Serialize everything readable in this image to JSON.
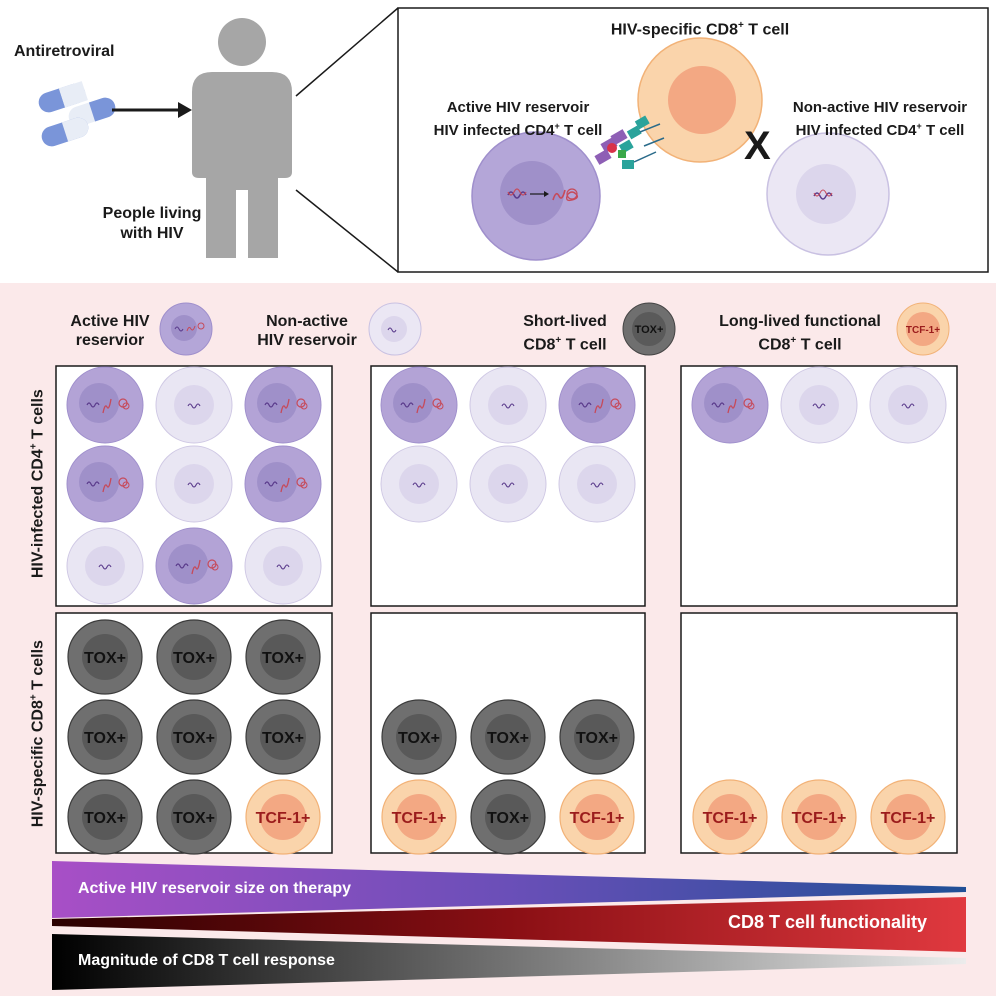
{
  "top": {
    "antiretroviral": "Antiretroviral",
    "people_line1": "People living",
    "people_line2": "with HIV",
    "cd8_title": "HIV-specific CD8",
    "cd8_title_sup": "+",
    "cd8_title_end": " T cell",
    "active_line1": "Active HIV reservoir",
    "active_line2": "HIV infected CD4",
    "active_line2_sup": "+",
    "active_line2_end": " T cell",
    "nonactive_line1": "Non-active HIV reservoir",
    "nonactive_line2": "HIV infected CD4",
    "nonactive_line2_sup": "+",
    "nonactive_line2_end": " T cell",
    "block_symbol": "X"
  },
  "legend": {
    "active_line1": "Active HIV",
    "active_line2": "reservior",
    "nonactive_line1": "Non-active",
    "nonactive_line2": "HIV reservoir",
    "short_line1": "Short-lived",
    "short_line2": "CD8",
    "short_line2_sup": "+",
    "short_line2_end": " T cell",
    "short_marker": "TOX+",
    "long_line1": "Long-lived functional",
    "long_line2": "CD8",
    "long_line2_sup": "+",
    "long_line2_end": " T cell",
    "long_marker": "TCF-1+"
  },
  "rows": {
    "cd4_label": "HIV-infected CD4",
    "cd4_label_sup": "+",
    "cd4_label_end": " T cells",
    "cd8_label": "HIV-specific CD8",
    "cd8_label_sup": "+",
    "cd8_label_end": " T cells"
  },
  "panels": {
    "cd4": [
      [
        "active",
        "nonactive",
        "active",
        "active",
        "nonactive",
        "active",
        "nonactive",
        "active",
        "nonactive"
      ],
      [
        "active",
        "nonactive",
        "active",
        "nonactive",
        "nonactive",
        "nonactive"
      ],
      [
        "active",
        "nonactive",
        "nonactive"
      ]
    ],
    "cd8": [
      [
        "TOX+",
        "TOX+",
        "TOX+",
        "TOX+",
        "TOX+",
        "TOX+",
        "TOX+",
        "TOX+",
        "TCF-1+"
      ],
      [
        "TOX+",
        "TOX+",
        "TOX+",
        "TCF-1+",
        "TOX+",
        "TCF-1+"
      ],
      [
        "TCF-1+",
        "TCF-1+",
        "TCF-1+"
      ]
    ]
  },
  "gradients": {
    "reservoir": "Active HIV reservoir size on therapy",
    "functionality": "CD8 T cell functionality",
    "magnitude": "Magnitude of CD8 T cell response"
  },
  "colors": {
    "panel_bg": "#fbe9ea",
    "active_cell": "#b3a3d6",
    "nonactive_cell": "#e9e6f3",
    "tox_cell": "#6f6f6f",
    "tcf_cell": "#f8ceA0",
    "tcf_text": "#9b1c1c"
  }
}
